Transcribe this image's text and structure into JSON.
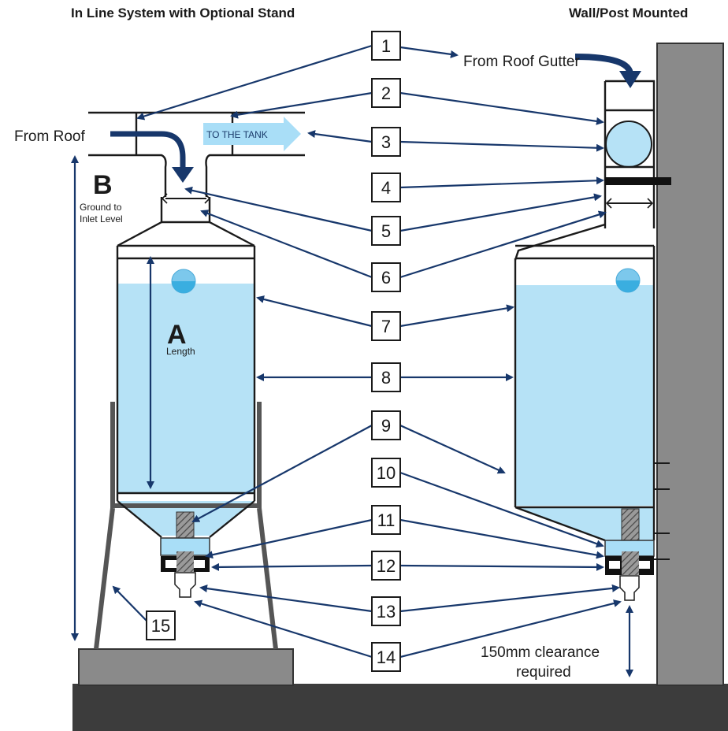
{
  "titles": {
    "left": "In Line System with Optional Stand",
    "right": "Wall/Post Mounted"
  },
  "labels": {
    "from_roof": "From Roof",
    "from_roof_gutter": "From Roof Gutter",
    "to_the_tank": "TO THE TANK",
    "dim_a": "A",
    "dim_a_caption": "Length",
    "dim_b": "B",
    "dim_b_caption_1": "Ground to",
    "dim_b_caption_2": "Inlet Level",
    "clearance_1": "150mm clearance",
    "clearance_2": "required"
  },
  "callouts": [
    "1",
    "2",
    "3",
    "4",
    "5",
    "6",
    "7",
    "8",
    "9",
    "10",
    "11",
    "12",
    "13",
    "14",
    "15"
  ],
  "colors": {
    "water": "#b6e2f6",
    "arrow_dark": "#17376b",
    "stand_grey": "#555555",
    "ground": "#3c3c3c",
    "wall": "#8a8a8a"
  }
}
